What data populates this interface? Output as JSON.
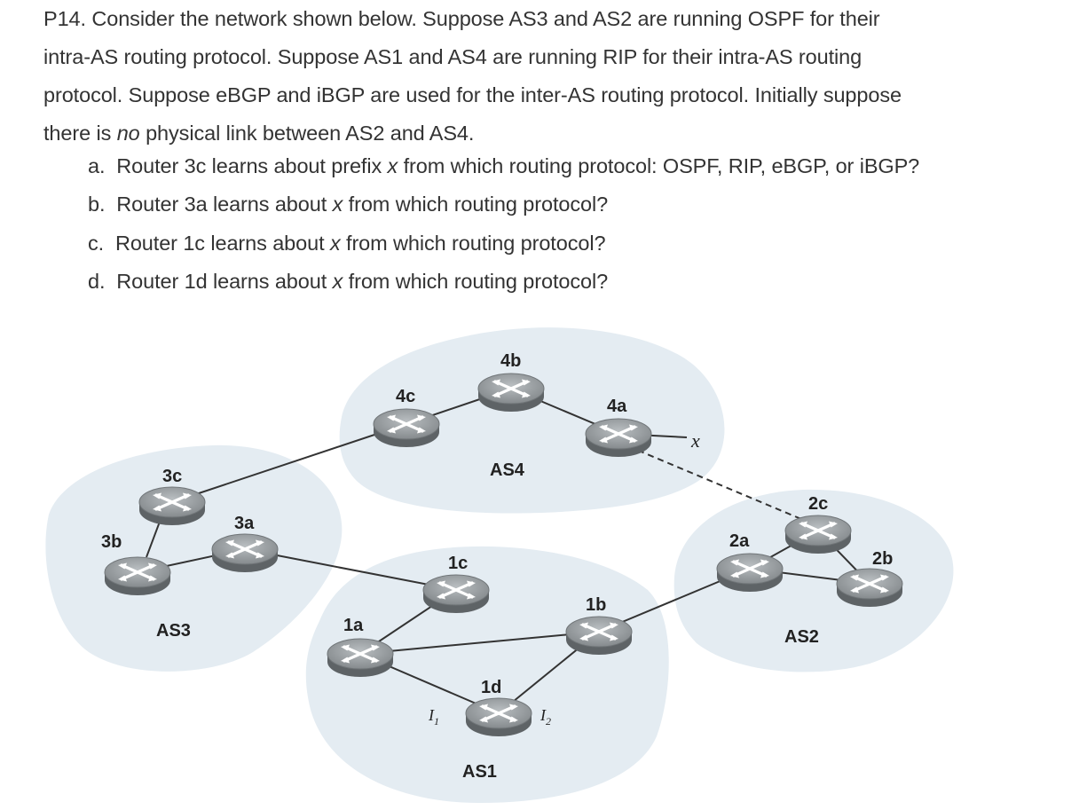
{
  "problem": {
    "line1": "P14. Consider the network shown below. Suppose AS3 and AS2 are running OSPF for their",
    "line2": "intra-AS routing protocol. Suppose AS1 and AS4 are running RIP for their intra-AS routing",
    "line3": "protocol. Suppose eBGP and iBGP are used for the inter-AS routing protocol. Initially suppose",
    "line4_pre": "there is ",
    "line4_em": "no",
    "line4_post": " physical link between AS2 and AS4."
  },
  "questions": [
    {
      "marker": "a.",
      "pre": "Router 3c learns about prefix ",
      "var": "x",
      "post": " from which routing protocol: OSPF, RIP, eBGP, or iBGP?"
    },
    {
      "marker": "b.",
      "pre": "Router 3a learns about ",
      "var": "x",
      "post": " from which routing protocol?"
    },
    {
      "marker": "c.",
      "pre": "Router 1c learns about ",
      "var": "x",
      "post": " from which routing protocol?"
    },
    {
      "marker": "d.",
      "pre": "Router 1d learns about ",
      "var": "x",
      "post": " from which routing protocol?"
    }
  ],
  "diagram": {
    "colors": {
      "as_region": "#e4ecf2",
      "link": "#333333",
      "router_top": "#8e9396",
      "router_side": "#5e6366"
    },
    "as_names": {
      "as1": "AS1",
      "as2": "AS2",
      "as3": "AS3",
      "as4": "AS4"
    },
    "routers": {
      "r4b": "4b",
      "r4c": "4c",
      "r4a": "4a",
      "r3c": "3c",
      "r3a": "3a",
      "r3b": "3b",
      "r1c": "1c",
      "r1a": "1a",
      "r1b": "1b",
      "r1d": "1d",
      "r2a": "2a",
      "r2c": "2c",
      "r2b": "2b"
    },
    "prefix": "x",
    "interfaces": {
      "i1": "I",
      "i1_sub": "1",
      "i2": "I",
      "i2_sub": "2"
    },
    "links": [
      "4c-4b",
      "4b-4a",
      "3c-4c",
      "3c-3b",
      "3b-3a",
      "3a-1c",
      "1c-1a",
      "1a-1b",
      "1a-1d",
      "1d-1b",
      "1b-2a",
      "2a-2c",
      "2a-2b",
      "2c-2b",
      "4a-2c"
    ],
    "dashed_links": [
      "4a-2c"
    ]
  }
}
